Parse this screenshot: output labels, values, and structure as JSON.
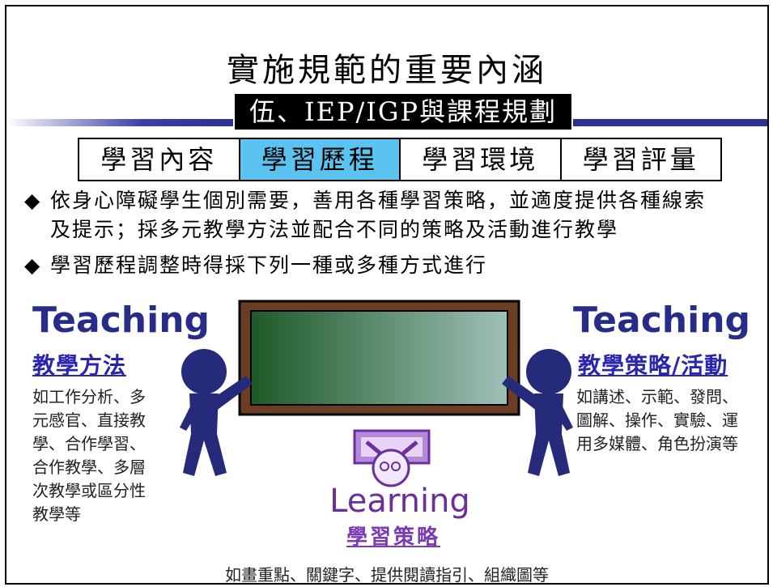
{
  "title": "實施規範的重要內涵",
  "subtitle": "伍、IEP/IGP與課程規劃",
  "tabs": [
    {
      "label": "學習內容",
      "active": false
    },
    {
      "label": "學習歷程",
      "active": true
    },
    {
      "label": "學習環境",
      "active": false
    },
    {
      "label": "學習評量",
      "active": false
    }
  ],
  "bullets": [
    {
      "symbol": "◆",
      "line1": "依身心障礙學生個別需要，善用各種學習策略，並適度提供各種線索",
      "line2": "及提示；採多元教學方法並配合不同的策略及活動進行教學"
    },
    {
      "symbol": "◆",
      "line1": "學習歷程調整時得採下列一種或多種方式進行"
    }
  ],
  "left": {
    "heading": "Teaching",
    "link": "教學方法",
    "lines": [
      "如工作分析、多",
      "元感官、直接教",
      "學、合作學習、",
      "合作教學、多層",
      "次教學或區分性",
      "教學等"
    ]
  },
  "right": {
    "heading": "Teaching",
    "link": "教學策略/活動",
    "lines": [
      "如講述、示範、發問、",
      "圖解、操作、實驗、運",
      "用多媒體、角色扮演等"
    ]
  },
  "bottom": {
    "heading": "Learning",
    "link": "學習策略",
    "desc": "如畫重點、關鍵字、提供閱讀指引、組織圖等"
  },
  "colors": {
    "accent": "#262c87",
    "active_tab": "#5bc3ef",
    "board_frame": "#6b3d22",
    "board_surface": "#1f5a2a",
    "figure": "#262a7a",
    "learner": "#d9b8f0"
  }
}
